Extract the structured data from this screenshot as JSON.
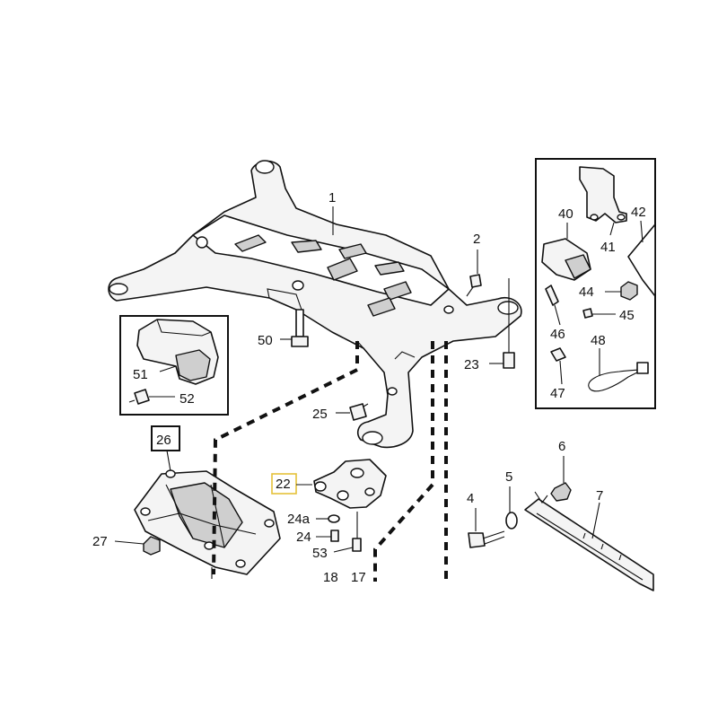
{
  "callouts": {
    "c1": "1",
    "c2": "2",
    "c4": "4",
    "c5": "5",
    "c6": "6",
    "c7": "7",
    "c17": "17",
    "c18": "18",
    "c22": "22",
    "c23": "23",
    "c24": "24",
    "c24a": "24a",
    "c25": "25",
    "c26": "26",
    "c27": "27",
    "c40": "40",
    "c41": "41",
    "c42": "42",
    "c44": "44",
    "c45": "45",
    "c46": "46",
    "c47": "47",
    "c48": "48",
    "c50": "50",
    "c51": "51",
    "c52": "52",
    "c53": "53"
  },
  "colors": {
    "line": "#111111",
    "highlight_box": "#e5c13a",
    "background": "#ffffff"
  }
}
